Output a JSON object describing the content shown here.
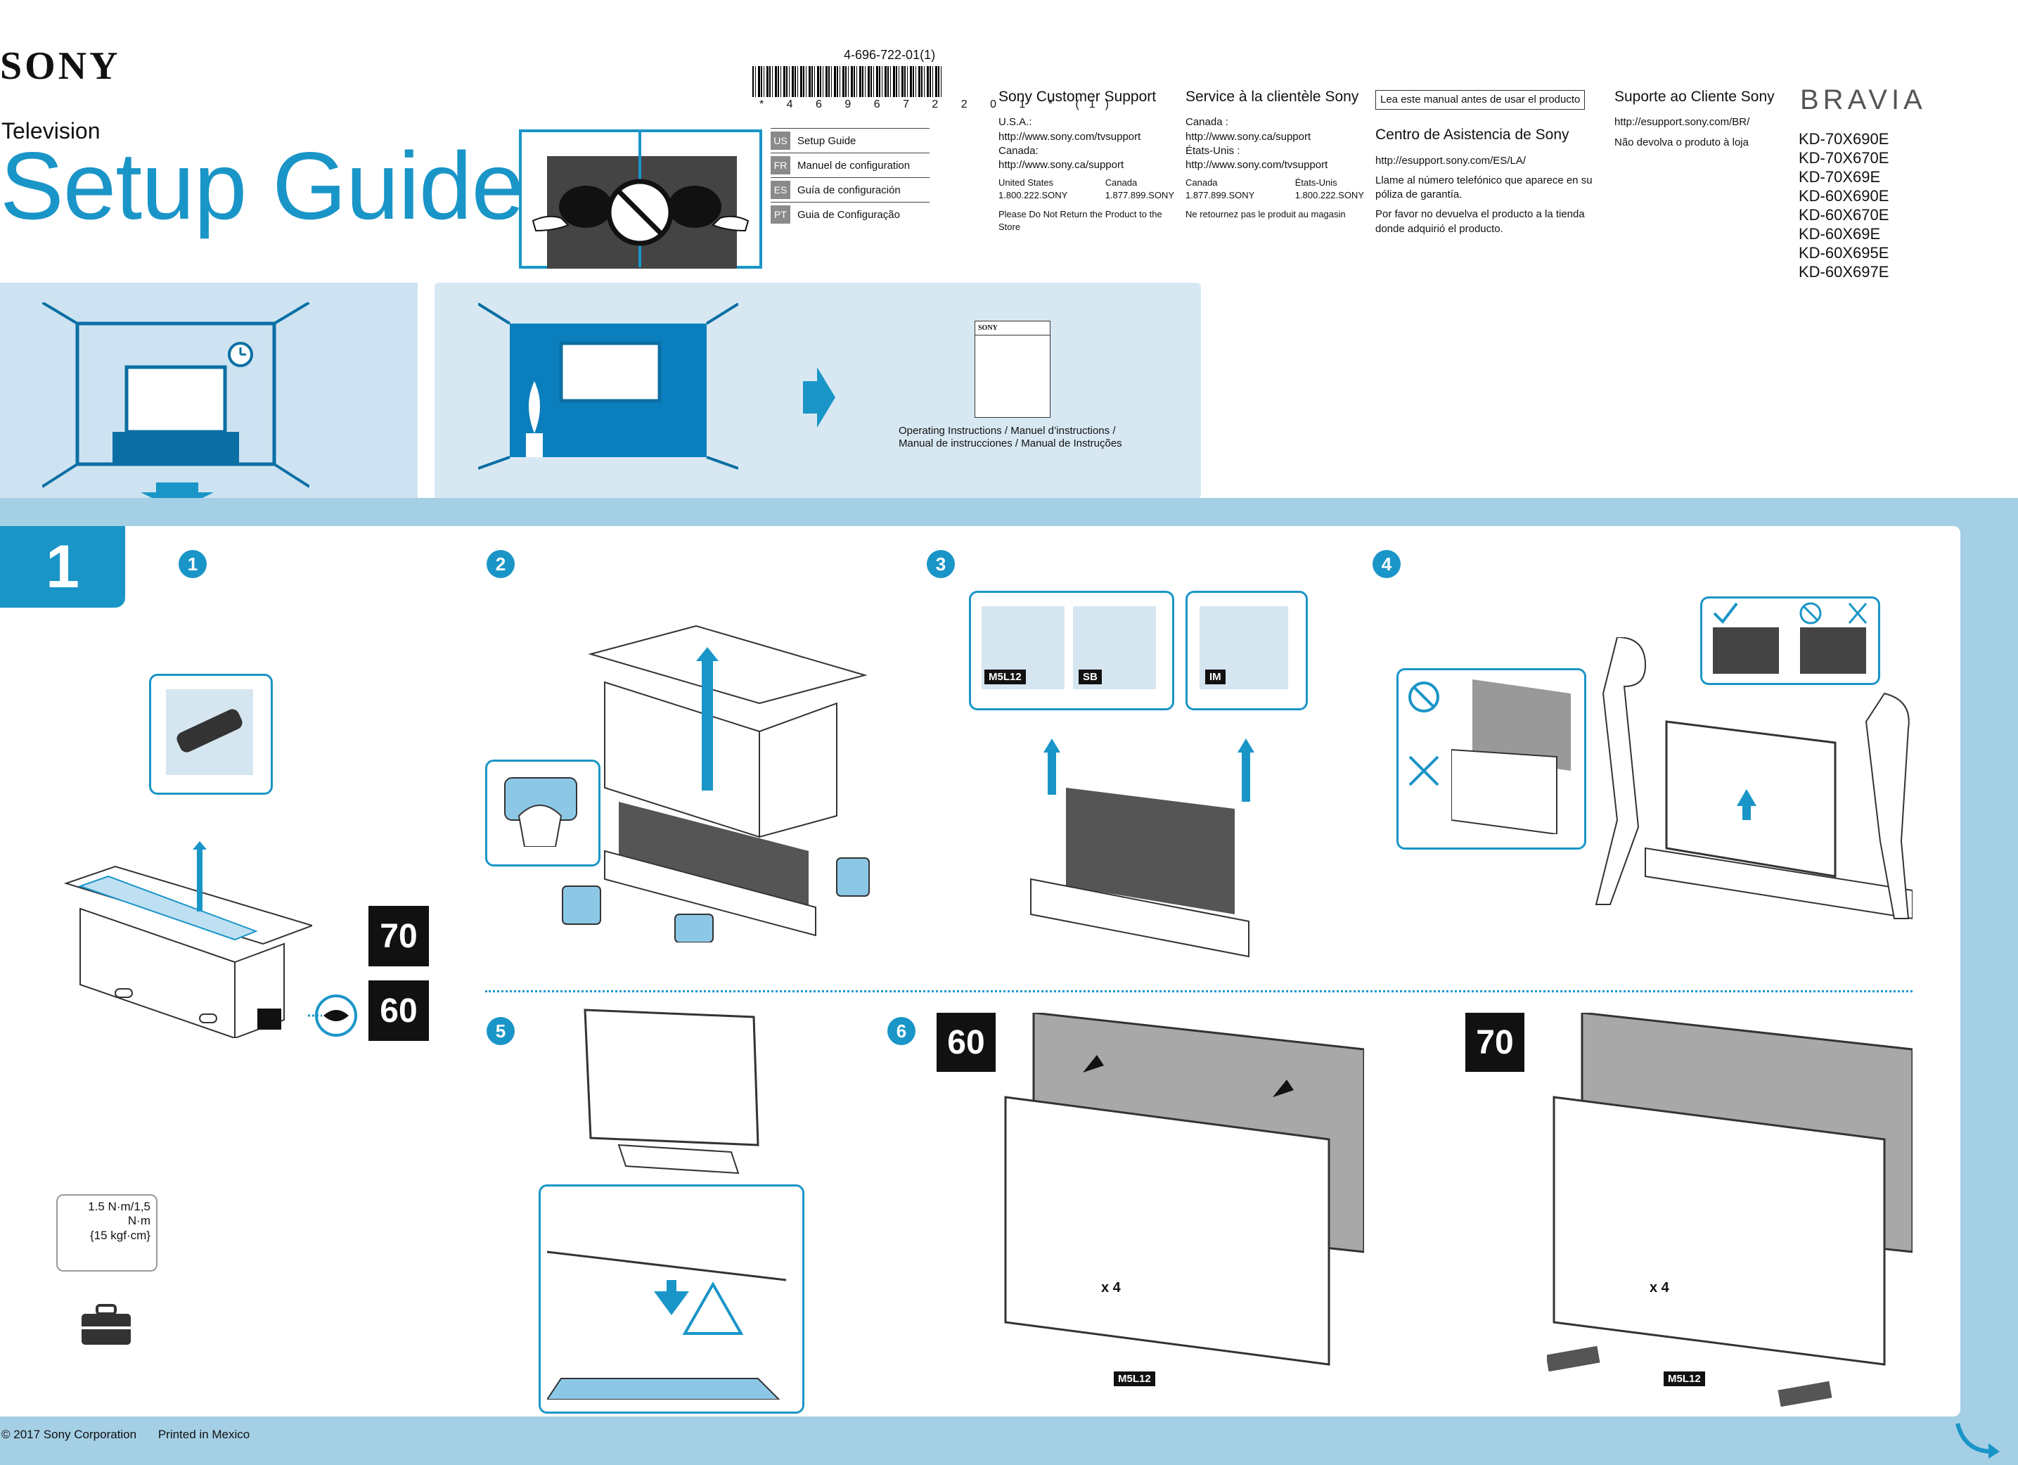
{
  "header": {
    "brand": "SONY",
    "product_type": "Television",
    "title": "Setup Guide",
    "part_number": "4-696-722-01(1)",
    "barcode_text": "* 4 6 9 6 7 2 2 0 1 * (1)"
  },
  "languages": [
    {
      "code": "US",
      "label": "Setup Guide"
    },
    {
      "code": "FR",
      "label": "Manuel de configuration"
    },
    {
      "code": "ES",
      "label": "Guía de configuración"
    },
    {
      "code": "PT",
      "label": "Guia de Configuração"
    }
  ],
  "support": {
    "us": {
      "heading": "Sony Customer Support",
      "usa_label": "U.S.A.:",
      "usa_url": "http://www.sony.com/tvsupport",
      "canada_label": "Canada:",
      "canada_url": "http://www.sony.ca/support",
      "phone1_country": "United States",
      "phone1_number": "1.800.222.SONY",
      "phone2_country": "Canada",
      "phone2_number": "1.877.899.SONY",
      "note": "Please Do Not Return the Product to the Store"
    },
    "fr": {
      "heading": "Service à la clientèle Sony",
      "canada_label": "Canada :",
      "canada_url": "http://www.sony.ca/support",
      "usa_label": "États-Unis :",
      "usa_url": "http://www.sony.com/tvsupport",
      "phone1_country": "Canada",
      "phone1_number": "1.877.899.SONY",
      "phone2_country": "États-Unis",
      "phone2_number": "1.800.222.SONY",
      "note": "Ne retournez pas le produit au magasin"
    },
    "es": {
      "notice": "Lea este manual antes de usar el producto",
      "heading": "Centro de Asistencia de Sony",
      "url": "http://esupport.sony.com/ES/LA/",
      "text1": "Llame al número telefónico que aparece en su póliza de garantía.",
      "text2": "Por favor no devuelva el producto a la tienda donde adquirió el producto."
    },
    "pt": {
      "heading": "Suporte ao Cliente Sony",
      "url": "http://esupport.sony.com/BR/",
      "note": "Não devolva o produto à loja"
    }
  },
  "brand_line": "BRAVIA",
  "models": [
    "KD-70X690E",
    "KD-70X670E",
    "KD-70X69E",
    "KD-60X690E",
    "KD-60X670E",
    "KD-60X69E",
    "KD-60X695E",
    "KD-60X697E"
  ],
  "manual_caption": "Operating Instructions / Manuel d’instructions / Manual de instrucciones / Manual de Instruções",
  "manual_cover_brand": "SONY",
  "step_section": "1",
  "substeps": [
    "1",
    "2",
    "3",
    "4",
    "5",
    "6"
  ],
  "sizes": {
    "seventy": "70",
    "sixty": "60"
  },
  "accessories": [
    "M5L12",
    "SB",
    "IM"
  ],
  "torque": {
    "line1": "1.5 N·m/1,5 N·m",
    "line2": "{15 kgf·cm}"
  },
  "screw_count": "x 4",
  "screw_tag": "M5L12",
  "footer": {
    "copyright": "© 2017 Sony Corporation",
    "printed": "Printed in Mexico"
  },
  "colors": {
    "accent": "#1a95c8",
    "band": "#a4cfe5",
    "panel": "#cde3f1"
  }
}
